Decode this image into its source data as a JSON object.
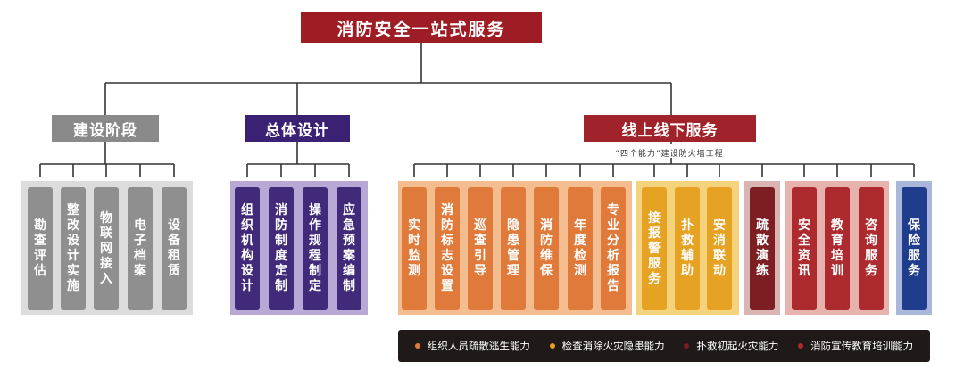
{
  "title": "消防安全一站式服务",
  "colors": {
    "title_bg": "#9e1d24",
    "gray_box": "#8a8a8a",
    "gray_item": "#8f8f8f",
    "gray_panel": "#dcdcdc",
    "purple_box": "#3b2173",
    "purple_item": "#402a79",
    "purple_panel": "#b7a8d6",
    "red_box": "#a0222a",
    "orange_item": "#e07a3a",
    "orange_panel": "#f3bd90",
    "yellow_item": "#e6a223",
    "yellow_panel": "#f5d27c",
    "darkred_item": "#7d1e22",
    "darkred_panel": "#d8b4b2",
    "red_item": "#ad2b2f",
    "red_panel": "#e9b3ad",
    "blue_item": "#1f3d8c",
    "blue_panel": "#aab6da",
    "line": "#333333"
  },
  "categories": [
    {
      "label": "建设阶段"
    },
    {
      "label": "总体设计"
    },
    {
      "label": "线上线下服务",
      "subtitle": "“四个能力”建设防火墙工程"
    }
  ],
  "items": {
    "construction": [
      "勘查评估",
      "整改设计实施",
      "物联网接入",
      "电子档案",
      "设备租赁"
    ],
    "design": [
      "组织机构设计",
      "消防制度定制",
      "操作规程制定",
      "应急预案编制"
    ],
    "orange": [
      "实时监测",
      "消防标志设置",
      "巡查引导",
      "隐患管理",
      "消防维保",
      "年度检测",
      "专业分析报告"
    ],
    "yellow": [
      "接报警服务",
      "扑救辅助",
      "安消联动"
    ],
    "darkred": [
      "疏散演练"
    ],
    "red": [
      "安全资讯",
      "教育培训",
      "咨询服务"
    ],
    "blue": [
      "保险服务"
    ]
  },
  "legend": [
    {
      "label": "组织人员疏散逃生能力",
      "color": "#e07a3a"
    },
    {
      "label": "检查消除火灾隐患能力",
      "color": "#e6a223"
    },
    {
      "label": "扑救初起火灾能力",
      "color": "#7d1e22"
    },
    {
      "label": "消防宣传教育培训能力",
      "color": "#ad2b2f"
    }
  ]
}
